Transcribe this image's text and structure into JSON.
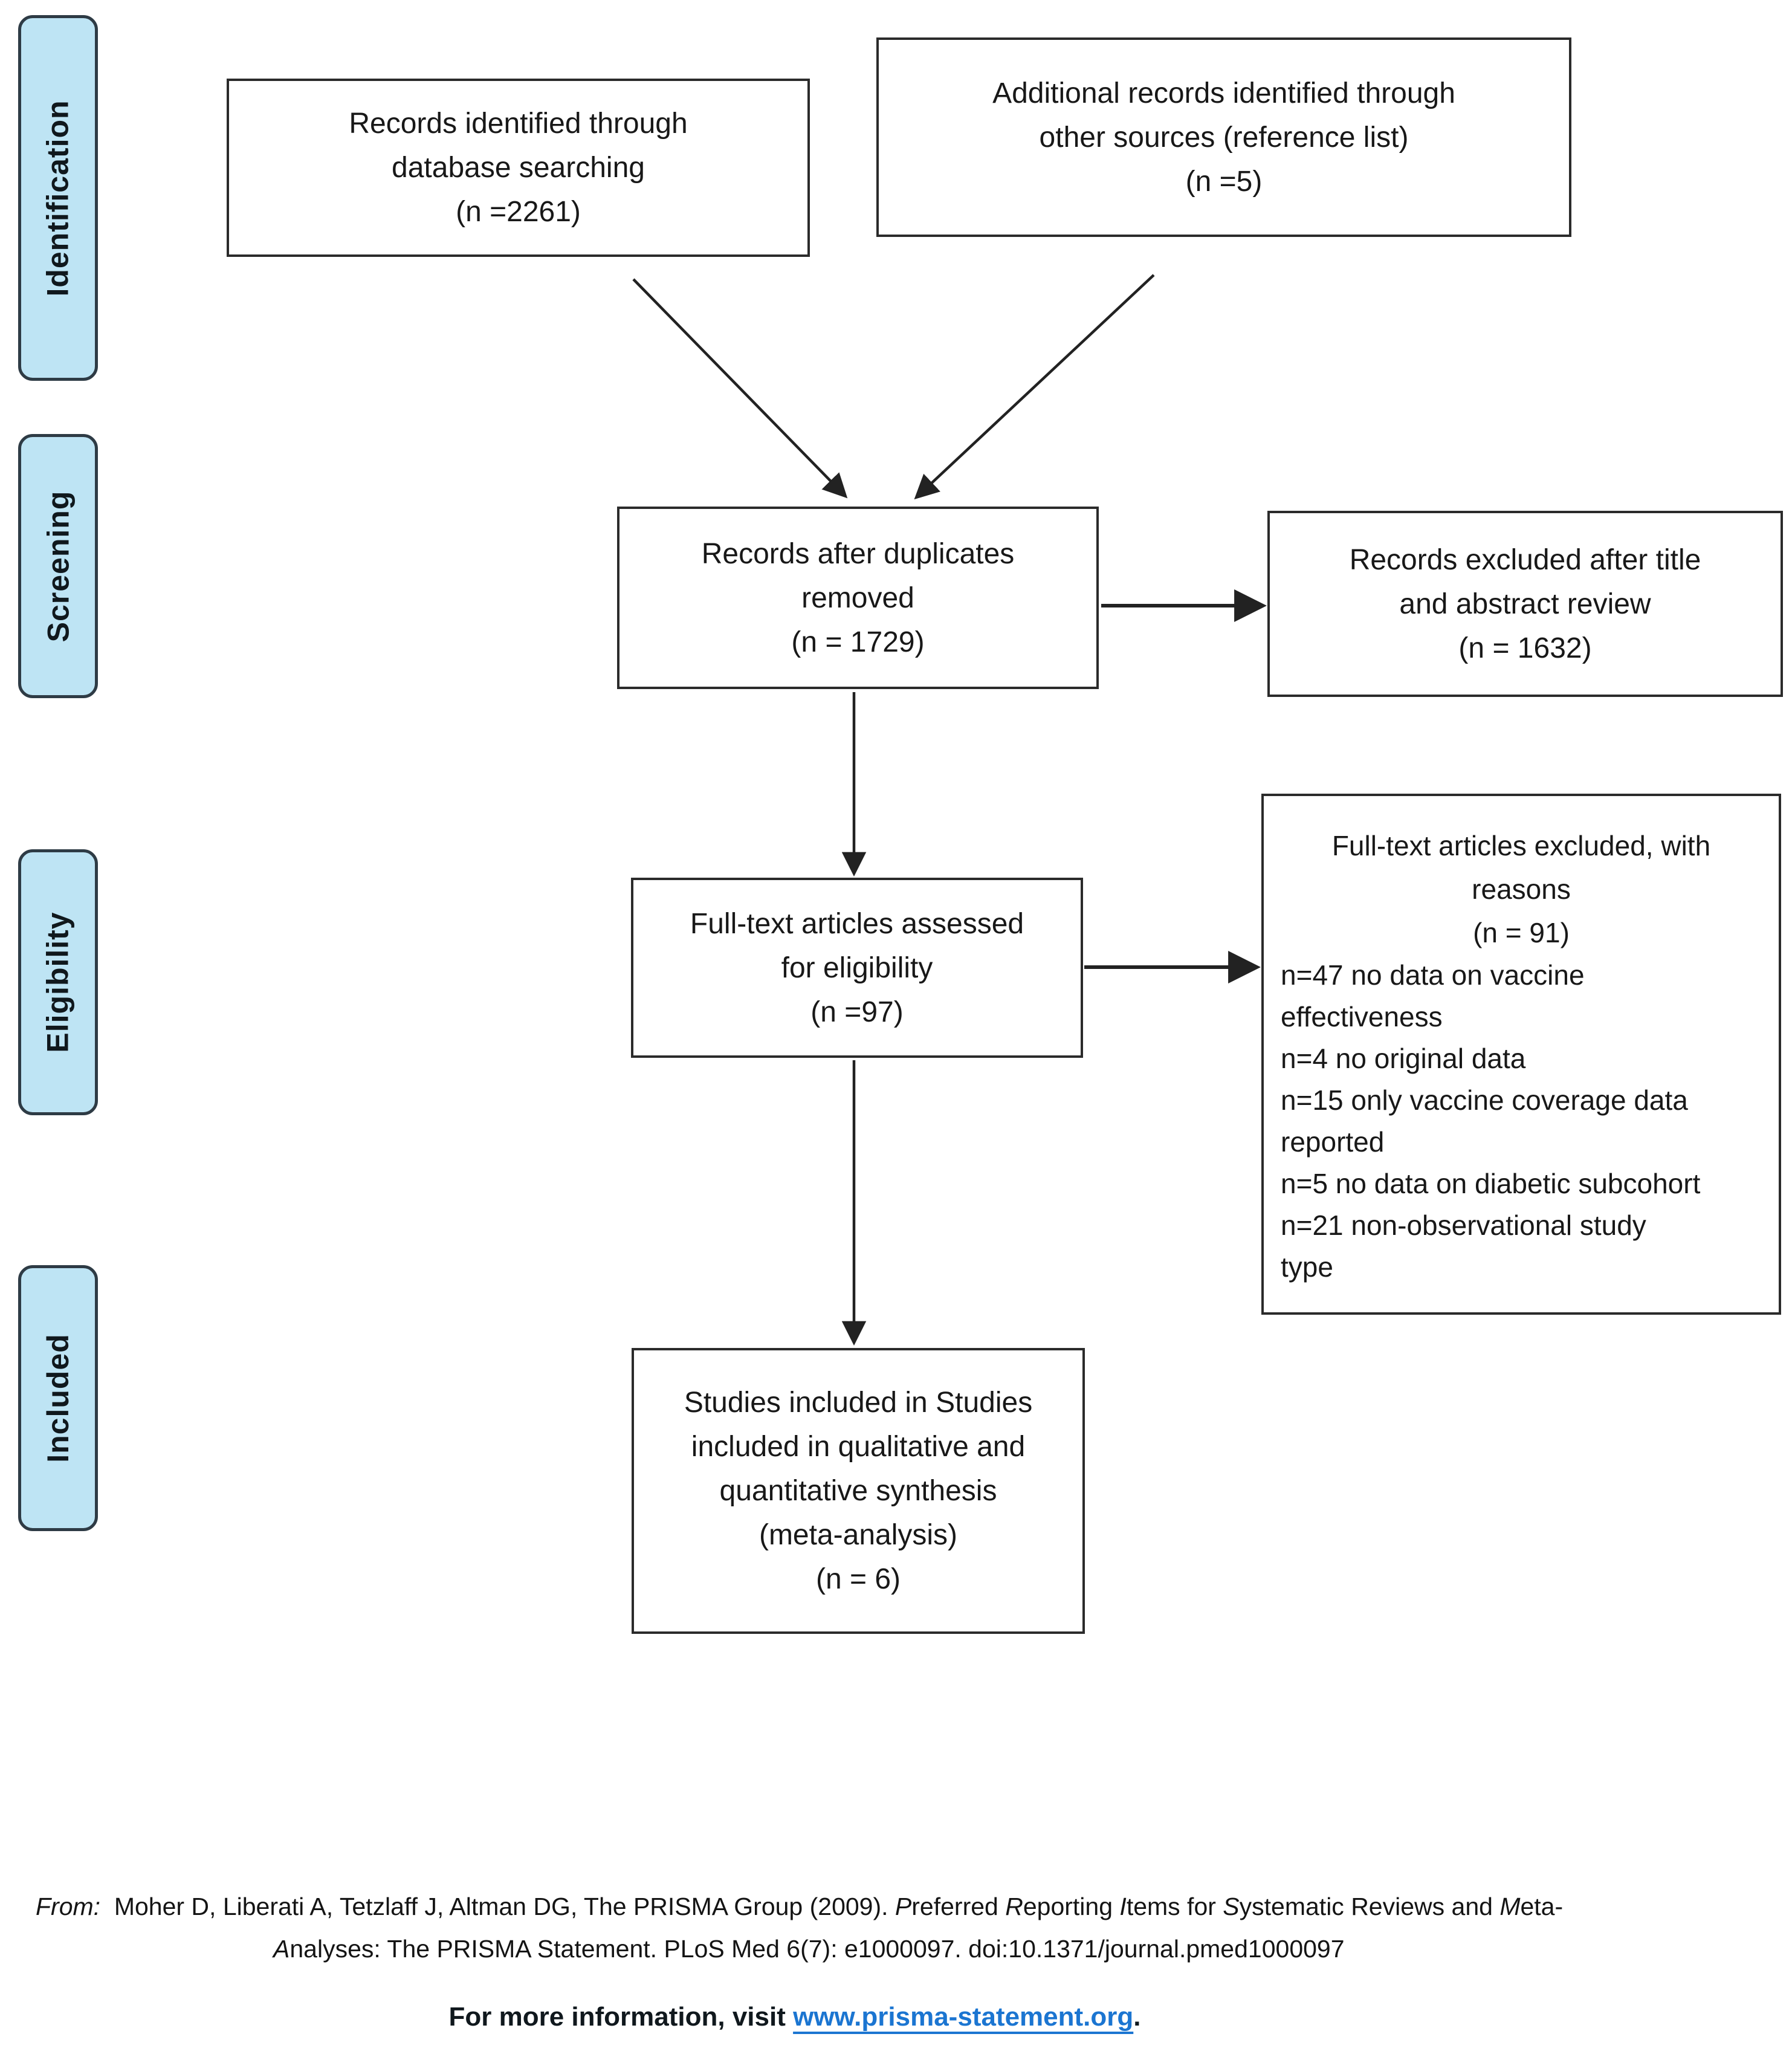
{
  "diagram": {
    "stages": [
      {
        "label": "Identification"
      },
      {
        "label": "Screening"
      },
      {
        "label": "Eligibility"
      },
      {
        "label": "Included"
      }
    ],
    "boxes": {
      "records_identified": {
        "lines": [
          "Records identified through",
          "database searching",
          "(n =2261)"
        ]
      },
      "additional_records": {
        "lines": [
          "Additional records identified through",
          "other sources (reference list)",
          "(n =5)"
        ]
      },
      "after_duplicates": {
        "lines": [
          "Records after duplicates",
          "removed",
          "(n = 1729)"
        ]
      },
      "records_excluded": {
        "lines": [
          "Records excluded after title",
          "and abstract review",
          "(n = 1632)"
        ]
      },
      "fulltext_assessed": {
        "lines": [
          "Full-text articles assessed",
          "for eligibility",
          "(n =97)"
        ]
      },
      "fulltext_excluded": {
        "header_lines": [
          "Full-text articles excluded, with",
          "reasons",
          "(n = 91)"
        ],
        "reason_lines": [
          "n=47 no data on vaccine",
          "effectiveness",
          "n=4 no original data",
          "n=15 only vaccine coverage data",
          "reported",
          "n=5 no data on diabetic subcohort",
          "n=21 non-observational study",
          "type"
        ]
      },
      "studies_included": {
        "lines": [
          "Studies included in Studies",
          "included in qualitative and",
          "quantitative synthesis",
          "(meta-analysis)",
          "(n = 6)"
        ]
      }
    },
    "footer": {
      "citation_line1_segments": [
        {
          "t": "From:",
          "i": true
        },
        {
          "t": "  Moher D, Liberati A, Tetzlaff J, Altman DG, The PRISMA Group (2009). ",
          "i": false
        },
        {
          "t": "P",
          "i": true
        },
        {
          "t": "referred ",
          "i": false
        },
        {
          "t": "R",
          "i": true
        },
        {
          "t": "eporting ",
          "i": false
        },
        {
          "t": "I",
          "i": true
        },
        {
          "t": "tems for ",
          "i": false
        },
        {
          "t": "S",
          "i": true
        },
        {
          "t": "ystematic Reviews and ",
          "i": false
        },
        {
          "t": "M",
          "i": true
        },
        {
          "t": "eta-",
          "i": false
        }
      ],
      "citation_line2_segments": [
        {
          "t": "A",
          "i": true
        },
        {
          "t": "nalyses: The PRISMA Statement. PLoS Med 6(7): e1000097. doi:10.1371/journal.pmed1000097",
          "i": false
        }
      ],
      "info_prefix": "For more information, visit ",
      "info_link": "www.prisma-statement.org",
      "info_suffix": "."
    },
    "colors": {
      "stage_fill": "#bee4f4",
      "stage_border": "#2e3b45",
      "box_border": "#2b2b2b",
      "text": "#181818",
      "link": "#1b75d1",
      "arrow": "#222222"
    }
  }
}
